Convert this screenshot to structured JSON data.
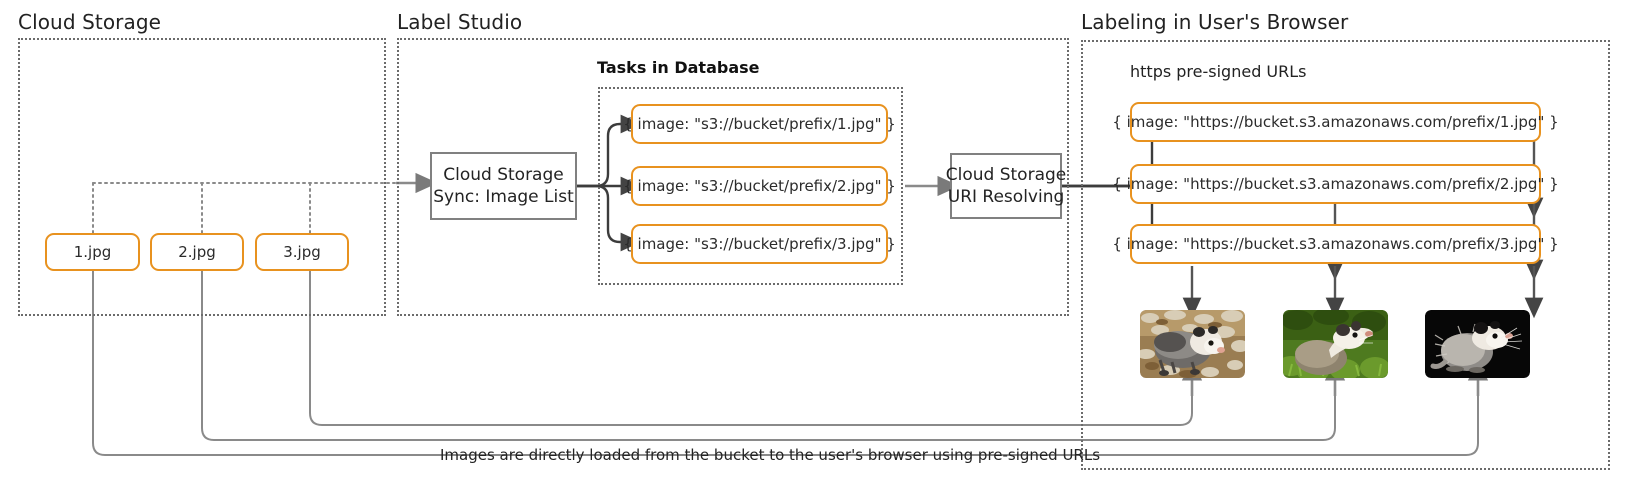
{
  "colors": {
    "accent_orange": "#e8921f",
    "border_gray": "#808080",
    "dotted_gray": "#6b6b6b",
    "text": "#222222",
    "arrow_gray": "#7a7a7a",
    "arrow_dark": "#444444"
  },
  "groups": {
    "cloud_storage": {
      "title": "Cloud Storage"
    },
    "label_studio": {
      "title": "Label Studio"
    },
    "browser": {
      "title": "Labeling in User's Browser"
    }
  },
  "cloud_storage": {
    "files": [
      {
        "name": "1.jpg"
      },
      {
        "name": "2.jpg"
      },
      {
        "name": "3.jpg"
      }
    ]
  },
  "label_studio": {
    "sync_box": {
      "line1": "Cloud Storage",
      "line2": "Sync: Image List"
    },
    "resolve_box": {
      "line1": "Cloud Storage",
      "line2": "URI Resolving"
    },
    "tasks_title": "Tasks in Database",
    "tasks": [
      {
        "text": "{ image: \"s3://bucket/prefix/1.jpg\" }"
      },
      {
        "text": "{ image: \"s3://bucket/prefix/2.jpg\" }"
      },
      {
        "text": "{ image: \"s3://bucket/prefix/3.jpg\" }"
      }
    ]
  },
  "browser": {
    "urls_title": "https pre-signed URLs",
    "urls": [
      {
        "text": "{ image: \"https://bucket.s3.amazonaws.com/prefix/1.jpg\" }"
      },
      {
        "text": "{ image: \"https://bucket.s3.amazonaws.com/prefix/2.jpg\" }"
      },
      {
        "text": "{ image: \"https://bucket.s3.amazonaws.com/prefix/3.jpg\" }"
      }
    ],
    "photos": [
      {
        "alt": "opossum-on-leaf-litter"
      },
      {
        "alt": "opossum-in-green-grass"
      },
      {
        "alt": "opossum-on-black-background"
      }
    ]
  },
  "caption": "Images are directly loaded from the bucket to the user's browser using pre-signed URLs"
}
